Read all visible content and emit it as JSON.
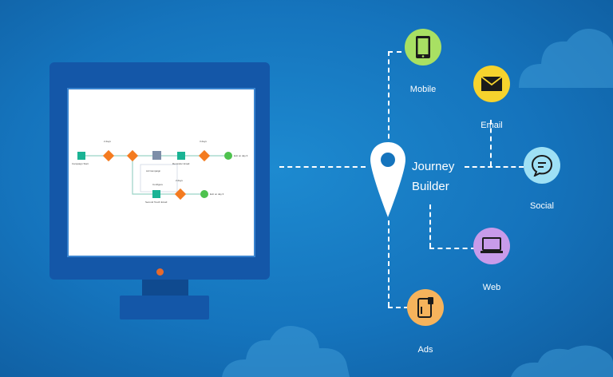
{
  "hub": {
    "line1": "Journey",
    "line2": "Builder"
  },
  "channels": {
    "mobile": {
      "label": "Mobile",
      "color": "#a8e063"
    },
    "email": {
      "label": "Email",
      "color": "#f6d32d"
    },
    "social": {
      "label": "Social",
      "color": "#9ee0f5"
    },
    "web": {
      "label": "Web",
      "color": "#c89bea"
    },
    "ads": {
      "label": "Ads",
      "color": "#f6b35c"
    }
  },
  "flow": {
    "node1": "Campaign Start",
    "node2": "Second Touch Email",
    "node3": "Reminder Email",
    "popup_item1": "Ad Campaign",
    "popup_item2": "Configure",
    "end1": "Exit on day 6",
    "end2": "Exit on day 6",
    "wait1": "2 days",
    "wait2": "3 days",
    "wait3": "2 days"
  },
  "colors": {
    "teal": "#1ab394",
    "orange": "#f47b20",
    "green": "#4ec24e",
    "monitor": "#1457a8"
  }
}
